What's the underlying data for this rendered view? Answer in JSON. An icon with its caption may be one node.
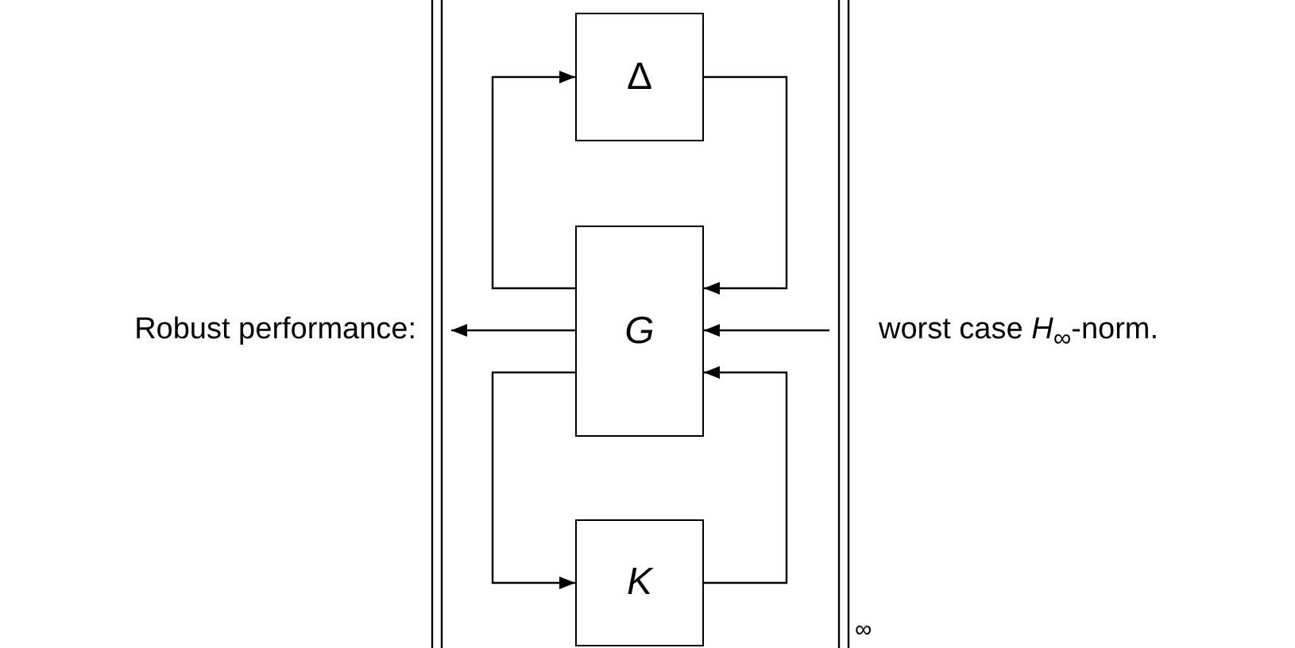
{
  "diagram": {
    "nodes": [
      {
        "text": [
          "Δ"
        ]
      },
      {
        "text": [
          "G"
        ]
      },
      {
        "text": [
          "K"
        ]
      }
    ],
    "edges": [
      {
        "from": 1,
        "to": 0,
        "arrow": "to"
      },
      {
        "from": 0,
        "to": 1,
        "arrow": "to"
      },
      {
        "from": 1,
        "to": 2,
        "arrow": "to"
      },
      {
        "from": 2,
        "to": 1,
        "arrow": "to"
      },
      {
        "from": null,
        "to": 1,
        "arrow": "to"
      },
      {
        "from": 1,
        "to": null,
        "arrow": "to"
      }
    ],
    "labels": [
      "Robust performance:",
      "worst case *H*$_{∞}$-norm.",
      "∞"
    ]
  }
}
